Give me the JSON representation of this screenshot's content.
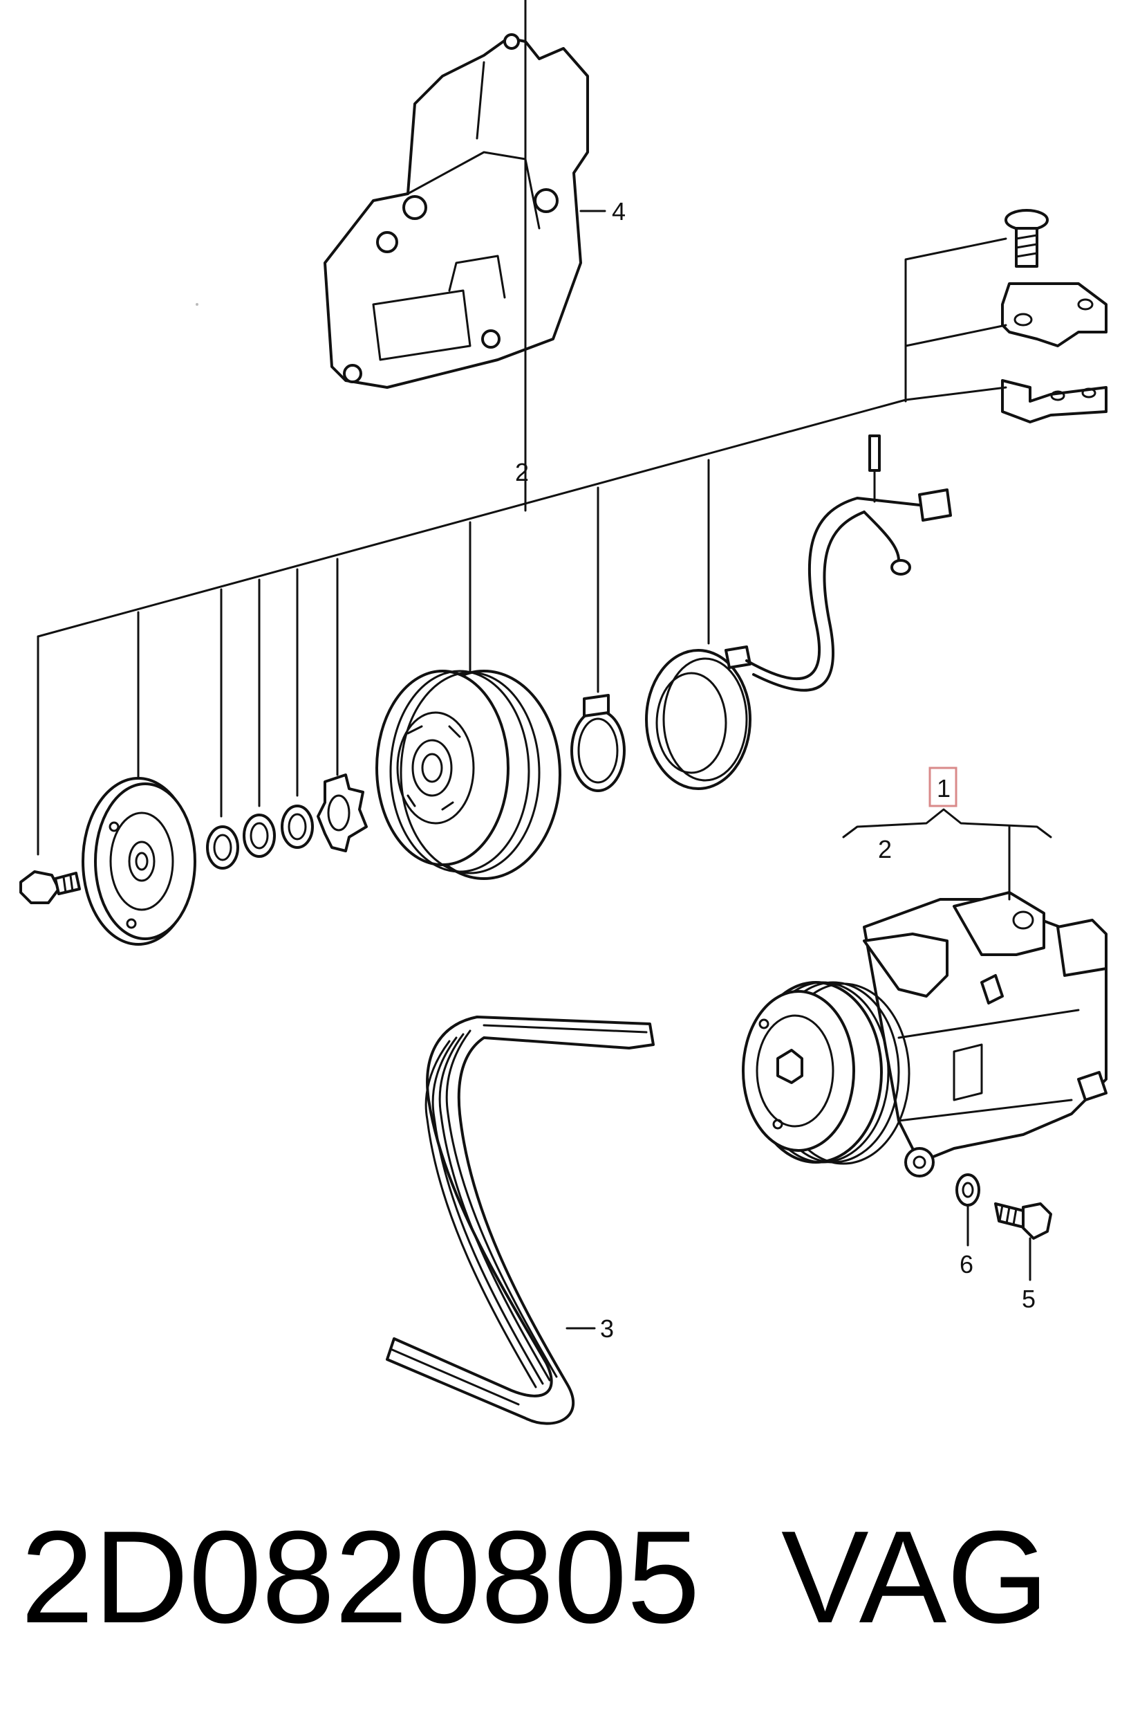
{
  "callouts": {
    "c1": "1",
    "c2_top": "2",
    "c2_right": "2",
    "c3": "3",
    "c4": "4",
    "c5": "5",
    "c6": "6"
  },
  "caption": {
    "part_number": "2D0820805",
    "brand": "VAG"
  },
  "colors": {
    "line": "#111111",
    "highlight": "#d98a8a"
  }
}
